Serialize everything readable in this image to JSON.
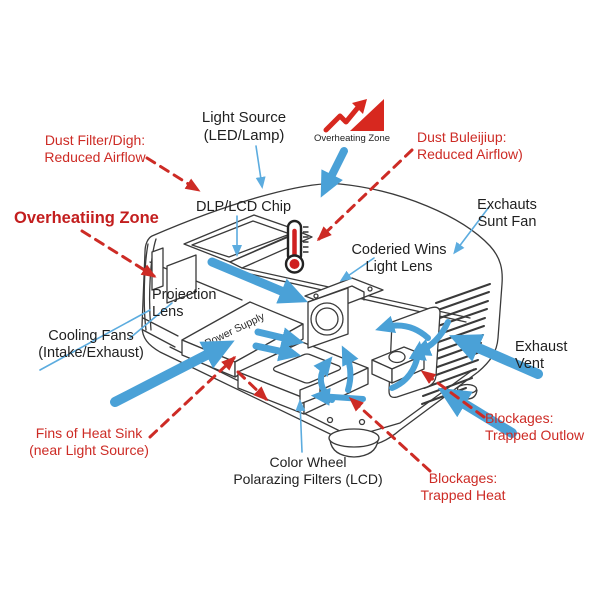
{
  "diagram": {
    "subject": "projector-cooling-airflow-diagram",
    "labels": {
      "light_source": "Light Source\n(LED/Lamp)",
      "overheating_badge": "Overheating Zone",
      "dust_filter_left": "Dust Filter/Digh:\nReduced Airflow",
      "dust_filter_right": "Dust Buleijiup:\nReduced Airflow)",
      "overheating_zone_left": "Overheatiing Zone",
      "dlp_lcd_chip": "DLP/LCD Chip",
      "exhaust_fan": "Exchauts\nSunt Fan",
      "light_lens": "Coderied Wins\nLight Lens",
      "projection_lens": "Projection\nLens",
      "cooling_fans": "Cooling Fans\n(Intake/Exhaust)",
      "exhaust_vent": "Exhaust\nVent",
      "fins_heat_sink": "Fins of Heat Sink\n(near Light Source)",
      "color_wheel": "Color Wheel\nPolarazing Filters (LCD)",
      "blockages_outflow": "Blockages:\nTrapped Outlow",
      "blockages_heat": "Blockages:\nTrapped Heat",
      "power_supply": "Power Supply"
    },
    "icons": {
      "overheating_trend_icon": "red rising zigzag arrow with filled triangle",
      "thermometer_icon": "red mercury thermometer with scale ticks"
    },
    "colors": {
      "warning_red": "#cd2b25",
      "bold_red": "#c31e1e",
      "airflow_blue": "#4aa1d7",
      "leader_blue": "#5cacdf",
      "line_art": "#3a3a3a",
      "label_black": "#1f1f1f",
      "background": "#ffffff"
    }
  }
}
